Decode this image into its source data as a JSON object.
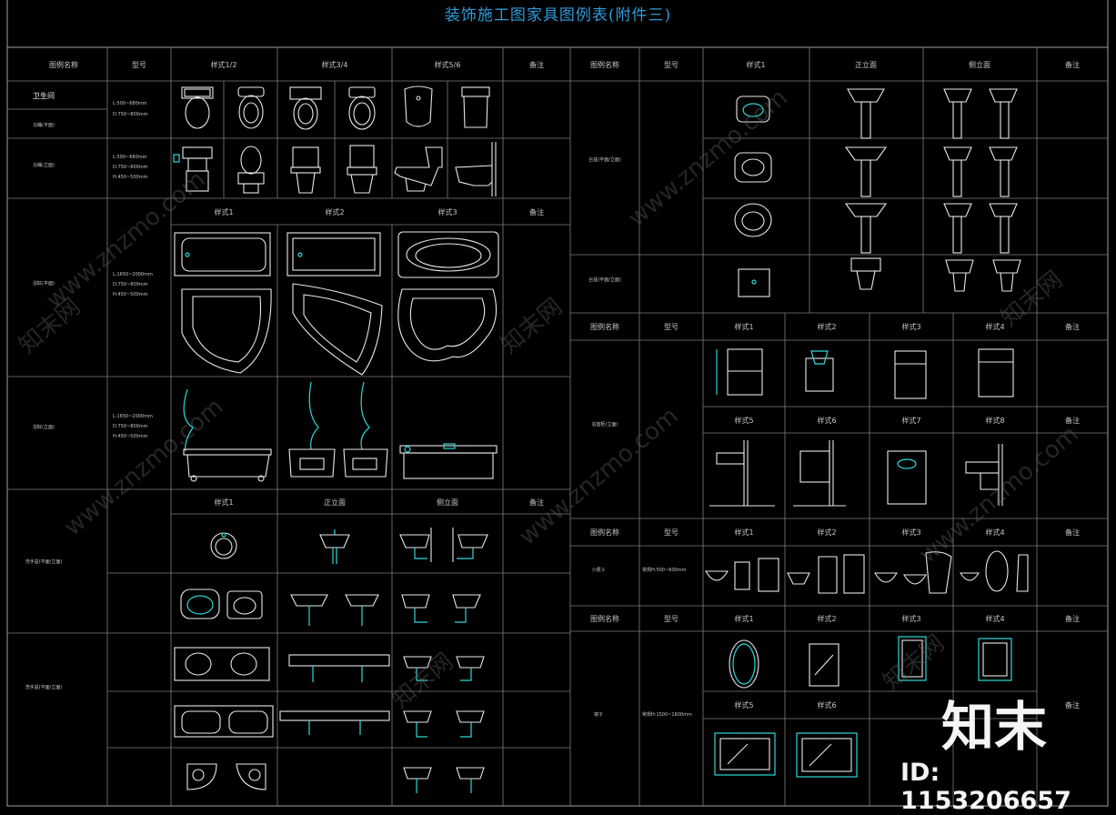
{
  "title": "装饰施工图家具图例表(附件三)",
  "headers": {
    "name": "图例名称",
    "model": "型号",
    "style12": "样式1/2",
    "style34": "样式3/4",
    "style56": "样式5/6",
    "note": "备注",
    "style1": "样式1",
    "style2": "样式2",
    "style3": "样式3",
    "style4": "样式4",
    "style5": "样式5",
    "style6": "样式6",
    "style7": "样式7",
    "style8": "样式8",
    "front": "正立面",
    "side": "侧立面"
  },
  "rows": {
    "toilet_group": "卫生间",
    "toilet_plan": "马桶(平面)",
    "toilet_elev": "马桶(立面)",
    "bath_plan": "浴缸(平面)",
    "bath_elev": "浴缸(立面)",
    "basin_single": "洗手盆(平面/立面)",
    "basin_double": "洗手盆(平面/立面)",
    "pedestal": "台盆(平面/立面)",
    "pedestal2": "台盆(平面/立面)",
    "cabinet": "浴室柜(立面)",
    "urinal": "小便斗",
    "mirror": "镜子"
  },
  "specs": {
    "toilet_plan": [
      "L:500~680mm",
      "D:750~800mm"
    ],
    "toilet_elev": [
      "L:500~680mm",
      "D:750~800mm",
      "H:450~500mm"
    ],
    "bath_plan": [
      "L:1650~2000mm",
      "D:750~800mm",
      "H:450~500mm"
    ],
    "bath_elev": [
      "L:1650~2000mm",
      "D:750~800mm",
      "H:450~500mm"
    ],
    "urinal": "常规H:500~600mm",
    "mirror": "常规H:1500~1600mm"
  },
  "watermarks": {
    "url": "www.znzmo.com",
    "brand": "知末网"
  },
  "logo": {
    "name": "知末",
    "id": "ID: 1153206657"
  },
  "colors": {
    "line_cyan": "#2fd8d8",
    "title_blue": "#2f9bd8",
    "grid": "#7d7d7d"
  }
}
